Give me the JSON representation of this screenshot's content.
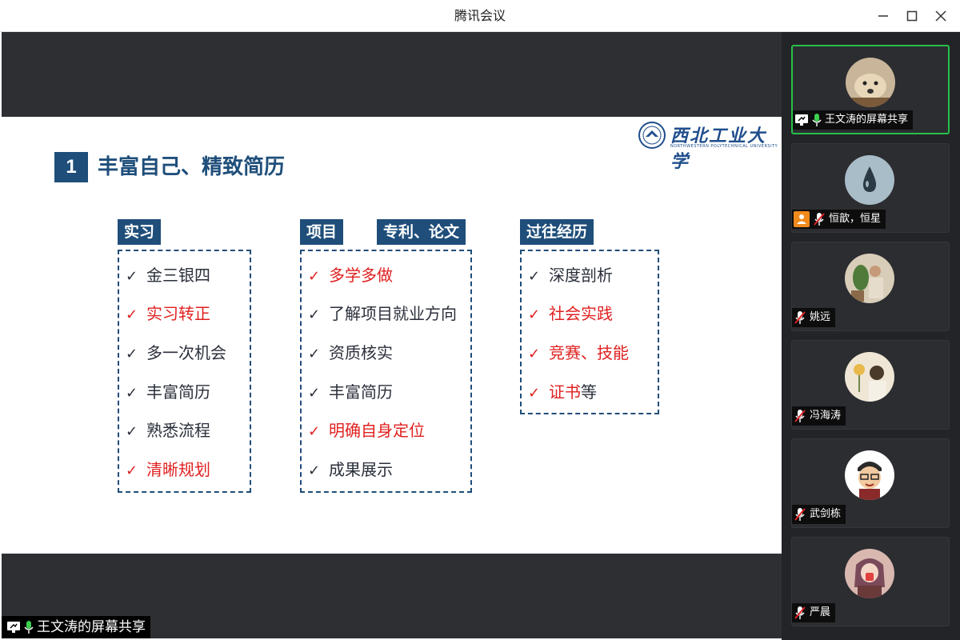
{
  "window": {
    "title": "腾讯会议",
    "minimize_glyph": "—",
    "maximize_glyph": "☐",
    "close_glyph": "✕"
  },
  "slide": {
    "logo_cn": "西北工业大学",
    "logo_en": "NORTHWESTERN POLYTECHNICAL UNIVERSITY",
    "section_number": "1",
    "section_title": "丰富自己、精致简历",
    "columns": [
      {
        "tags": [
          "实习"
        ],
        "items": [
          {
            "text": "金三银四",
            "red": false
          },
          {
            "text": "实习转正",
            "red": true
          },
          {
            "text": "多一次机会",
            "red": false
          },
          {
            "text": "丰富简历",
            "red": false
          },
          {
            "text": "熟悉流程",
            "red": false
          },
          {
            "text": "清晰规划",
            "red": true
          }
        ]
      },
      {
        "tags": [
          "项目",
          "专利、论文"
        ],
        "items": [
          {
            "text": "多学多做",
            "red": true
          },
          {
            "text": "了解项目就业方向",
            "red": false
          },
          {
            "text": "资质核实",
            "red": false
          },
          {
            "text": "丰富简历",
            "red": false
          },
          {
            "text": "明确自身定位",
            "red": true
          },
          {
            "text": "成果展示",
            "red": false
          }
        ]
      },
      {
        "tags": [
          "过往经历"
        ],
        "items": [
          {
            "text": "深度剖析",
            "red": false
          },
          {
            "text": "社会实践",
            "red": true
          },
          {
            "text": "竞赛、技能",
            "red": true
          },
          {
            "text": "证书",
            "suffix": "等",
            "red": true
          }
        ]
      }
    ],
    "check_glyph": "✓"
  },
  "share_label": "王文涛的屏幕共享",
  "participants": [
    {
      "name": "王文涛的屏幕共享",
      "muted": false,
      "sharing": true,
      "active": true,
      "avatar_icon": "dog-avatar"
    },
    {
      "name": "恒歆，恒星",
      "muted": true,
      "sharing": false,
      "active": false,
      "host_icon": true,
      "avatar_icon": "waterdrop-avatar"
    },
    {
      "name": "姚远",
      "muted": true,
      "sharing": false,
      "active": false,
      "avatar_icon": "person-plant-avatar"
    },
    {
      "name": "冯海涛",
      "muted": true,
      "sharing": false,
      "active": false,
      "avatar_icon": "person-flower-avatar"
    },
    {
      "name": "武剑栋",
      "muted": true,
      "sharing": false,
      "active": false,
      "avatar_icon": "cartoon-man-avatar"
    },
    {
      "name": "严晨",
      "muted": true,
      "sharing": false,
      "active": false,
      "avatar_icon": "anime-girl-avatar"
    }
  ],
  "colors": {
    "accent_blue": "#1f4e7a",
    "highlight_red": "#e02020",
    "active_border": "#27c04a",
    "mic_green": "#3ccf4e",
    "host_orange": "#f08a1c"
  }
}
